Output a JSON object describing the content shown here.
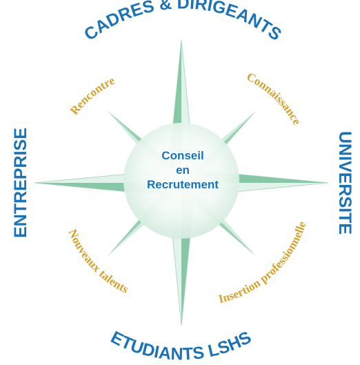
{
  "colors": {
    "blue": "#1a73b8",
    "gold": "#d6a12a",
    "rose_light": "#eaf6f0",
    "rose_dark": "#86c8a5",
    "rose_edge": "#6fb893"
  },
  "diagram": {
    "outer_labels": {
      "top": "CADRES & DIRIGEANTS",
      "left": "ENTREPRISE",
      "right": "UNIVERSITE",
      "bottom": "ETUDIANTS LSHS"
    },
    "inner_labels": {
      "top_left": "Rencontre",
      "top_right": "Connaissance",
      "bottom_left": "Nouveaux talents",
      "bottom_right": "Insertion professionnelle"
    },
    "center": {
      "line1": "Conseil",
      "line2": "en",
      "line3": "Recrutement"
    }
  }
}
